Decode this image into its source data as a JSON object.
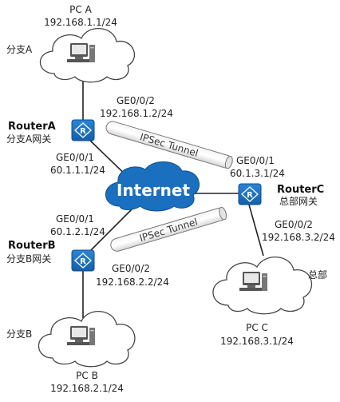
{
  "pc_a": {
    "name": "PC A",
    "ip": "192.168.1.1/24"
  },
  "pc_b": {
    "name": "PC B",
    "ip": "192.168.2.1/24"
  },
  "pc_c": {
    "name": "PC C",
    "ip": "192.168.3.1/24"
  },
  "branch_a": "分支A",
  "branch_b": "分支B",
  "hq": "总部",
  "router_a": {
    "name": "RouterA",
    "role": "分支A网关",
    "lan_if": "GE0/0/2",
    "lan_ip": "192.168.1.2/24",
    "wan_if": "GE0/0/1",
    "wan_ip": "60.1.1.1/24"
  },
  "router_b": {
    "name": "RouterB",
    "role": "分支B网关",
    "wan_if": "GE0/0/1",
    "wan_ip": "60.1.2.1/24",
    "lan_if": "GE0/0/2",
    "lan_ip": "192.168.2.2/24"
  },
  "router_c": {
    "name": "RouterC",
    "role": "总部网关",
    "wan_if": "GE0/0/1",
    "wan_ip": "60.1.3.1/24",
    "lan_if": "GE0/0/2",
    "lan_ip": "192.168.3.2/24"
  },
  "internet": "Internet",
  "tunnel_1": "IPSec Tunnel",
  "tunnel_2": "IPSec Tunnel",
  "router_icon_letter": "R",
  "colors": {
    "router": "#1a6fbf",
    "internet_cloud": "#1a6fbf",
    "line": "#222222",
    "cloud_stroke": "#444444"
  }
}
